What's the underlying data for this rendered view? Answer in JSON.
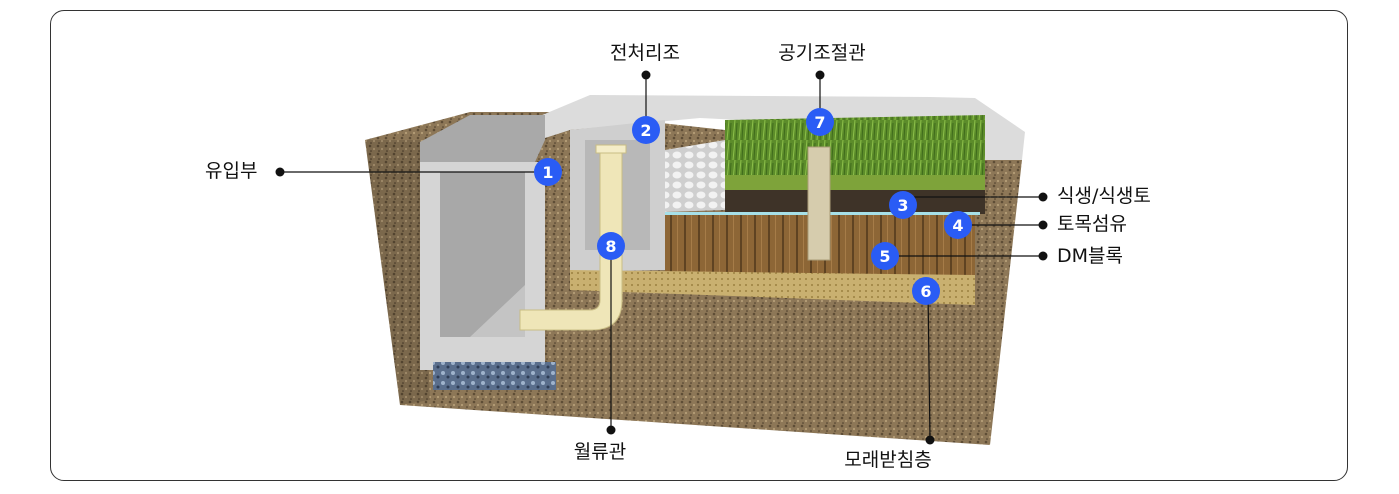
{
  "title_labels": {
    "inlet": "유입부",
    "pretreatment": "전처리조",
    "air_pipe": "공기조절관",
    "vegetation": "식생/식생토",
    "geotextile": "토목섬유",
    "dm_block": "DM블록",
    "sand_bed": "모래받침층",
    "overflow_pipe": "월류관"
  },
  "markers": [
    "1",
    "2",
    "3",
    "4",
    "5",
    "6",
    "7",
    "8"
  ],
  "colors": {
    "marker": "#2a5cf5",
    "soil": "#8a7556",
    "grass": "#6a9a32",
    "concrete": "#d6d6d6",
    "dm_block": "#8a6534",
    "sand": "#c8b070",
    "pipe": "#efe6b8"
  }
}
